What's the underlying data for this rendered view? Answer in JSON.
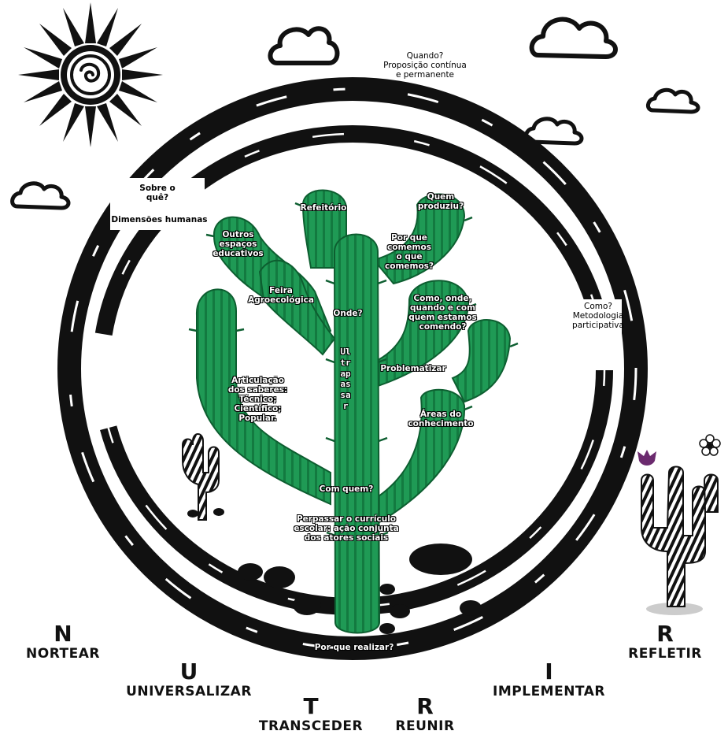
{
  "labels": {
    "quando": "Quando?",
    "quando_detail_1": "Proposição contínua",
    "quando_detail_2": "e permanente",
    "sobre_1": "Sobre o",
    "sobre_2": "quê?",
    "dimensoes": "Dimensões humanas",
    "refeitorio": "Refeitório",
    "quem_produziu_1": "Quem",
    "quem_produziu_2": "produziu?",
    "outros_1": "Outros",
    "outros_2": "espaços",
    "outros_3": "educativos",
    "por_que_1": "Por que",
    "por_que_2": "comemos",
    "por_que_3": "o que",
    "por_que_4": "comemos?",
    "feira_1": "Feira",
    "feira_2": "Agroecológica",
    "como_onde_1": "Como, onde,",
    "como_onde_2": "quando e com",
    "como_onde_3": "quem estamos",
    "como_onde_4": "comendo?",
    "onde": "Onde?",
    "como_1": "Como?",
    "como_2": "Metodologia",
    "como_3": "participativa",
    "ultrapassar": "Ultrapassar",
    "problematizar": "Problematizar",
    "articulacao_1": "Articulação",
    "articulacao_2": "dos saberes:",
    "articulacao_3": "Técnico;",
    "articulacao_4": "Científico;",
    "articulacao_5": "Popular.",
    "areas_1": "Áreas do",
    "areas_2": "conhecimento",
    "com_quem": "Com quem?",
    "perpassar_1": "Perpassar o currículo",
    "perpassar_2": "escolar: ação conjunta",
    "perpassar_3": "dos atores sociais",
    "por_que_realizar": "Por que realizar?"
  },
  "acronym": [
    {
      "letter": "N",
      "word": "NORTEAR"
    },
    {
      "letter": "U",
      "word": "UNIVERSALIZAR"
    },
    {
      "letter": "T",
      "word": "TRANSCEDER"
    },
    {
      "letter": "R",
      "word": "REUNIR"
    },
    {
      "letter": "I",
      "word": "IMPLEMENTAR"
    },
    {
      "letter": "R",
      "word": "REFLETIR"
    }
  ],
  "colors": {
    "cactus_green": "#1f9a55",
    "cactus_dark": "#0f6e38",
    "cactus_light": "#3cc27a",
    "ink": "#111111",
    "flower_purple": "#6b2a6e"
  },
  "icons": [
    "sun-icon",
    "cloud-icon",
    "cactus-icon",
    "flower-icon",
    "stone-icon"
  ]
}
